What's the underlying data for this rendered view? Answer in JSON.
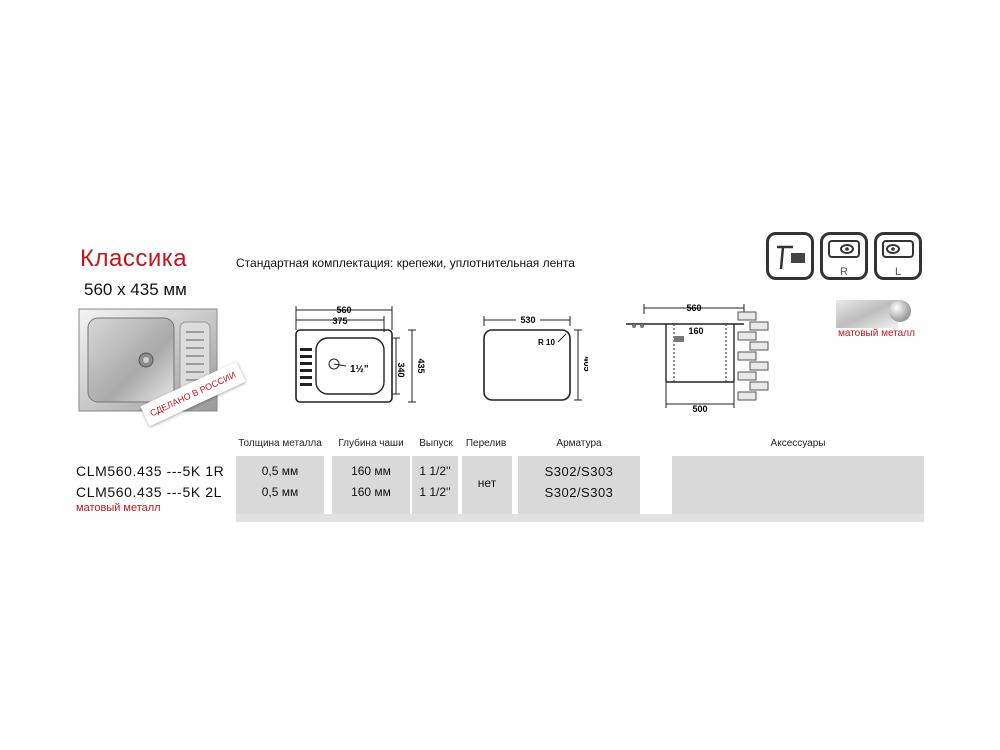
{
  "header": {
    "title": "Классика",
    "size": "560 x 435 мм",
    "standard_kit": "Стандартная комплектация: крепежи, уплотнительная лента"
  },
  "photo": {
    "stamp": "СДЕЛАНО В РОССИИ"
  },
  "drawing_top": {
    "width_outer": "560",
    "width_bowl": "375",
    "height_bowl": "340",
    "height_outer": "435",
    "drain": "1½\""
  },
  "drawing_cutout": {
    "width": "530",
    "height": "405",
    "radius": "R 10"
  },
  "drawing_section": {
    "width_top": "560",
    "depth": "160",
    "width_bottom": "500"
  },
  "icons": {
    "right_label": "R",
    "left_label": "L",
    "matte_label": "матовый металл"
  },
  "table": {
    "headers": {
      "thickness": "Толщина металла",
      "depth": "Глубина чаши",
      "outlet": "Выпуск",
      "overflow": "Перелив",
      "fittings": "Арматура",
      "accessories": "Аксессуары"
    },
    "rows": [
      {
        "model": "CLM560.435 ---5K 1R",
        "thickness": "0,5 мм",
        "depth": "160 мм",
        "outlet": "1 1/2''",
        "fittings": "S302/S303"
      },
      {
        "model": "CLM560.435 ---5K 2L",
        "thickness": "0,5 мм",
        "depth": "160 мм",
        "outlet": "1 1/2''",
        "fittings": "S302/S303"
      }
    ],
    "overflow_value": "нет",
    "model_note": "матовый металл"
  }
}
